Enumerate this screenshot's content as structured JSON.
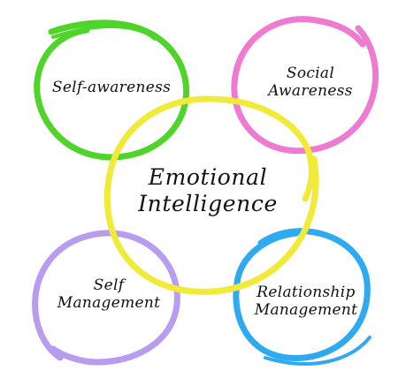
{
  "center": {
    "line1": "Emotional",
    "line2": "Intelligence",
    "color": "#f2ea38"
  },
  "nodes": [
    {
      "id": "self-awareness",
      "line1": "Self-awareness",
      "line2": "",
      "color": "#4fd42a"
    },
    {
      "id": "social-awareness",
      "line1": "Social",
      "line2": "Awareness",
      "color": "#ee7ad2"
    },
    {
      "id": "self-management",
      "line1": "Self",
      "line2": "Management",
      "color": "#b79cf0"
    },
    {
      "id": "relationship-management",
      "line1": "Relationship",
      "line2": "Management",
      "color": "#2eaaf0"
    }
  ]
}
